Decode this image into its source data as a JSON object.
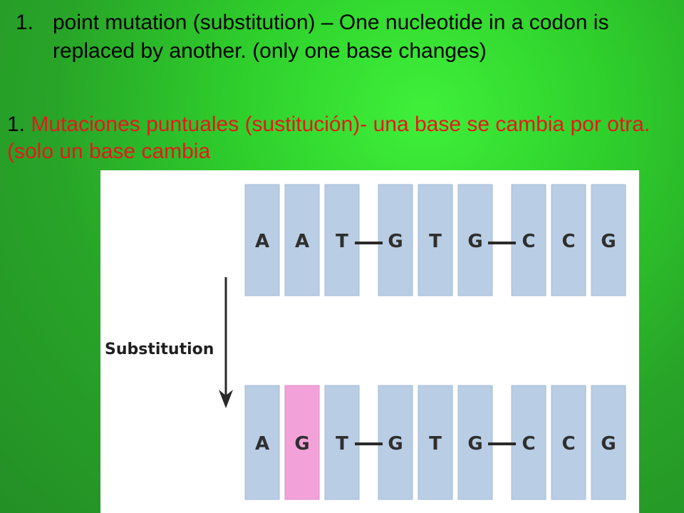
{
  "point_en": {
    "number": "1.",
    "text": "point mutation (substitution) – One nucleotide in a codon is replaced by another. (only one base changes)"
  },
  "point_es": {
    "number": "1.",
    "text": "Mutaciones puntuales (sustitución)- una base se cambia por otra. (solo un base cambia"
  },
  "figure": {
    "label": "Substitution",
    "original_bases": [
      "A",
      "A",
      "T",
      "G",
      "T",
      "G",
      "C",
      "C",
      "G"
    ],
    "mutated_bases": [
      "A",
      "G",
      "T",
      "G",
      "T",
      "G",
      "C",
      "C",
      "G"
    ],
    "mutated_index": 1,
    "colors": {
      "base": "#b9cde4",
      "base_edge": "#a5bbd6",
      "mutated": "#f2a2d9",
      "mutated_edge": "#de8cc4",
      "letter": "#2f2f2f",
      "connector": "#2a2a2a",
      "arrow": "#2a2a2a"
    }
  }
}
